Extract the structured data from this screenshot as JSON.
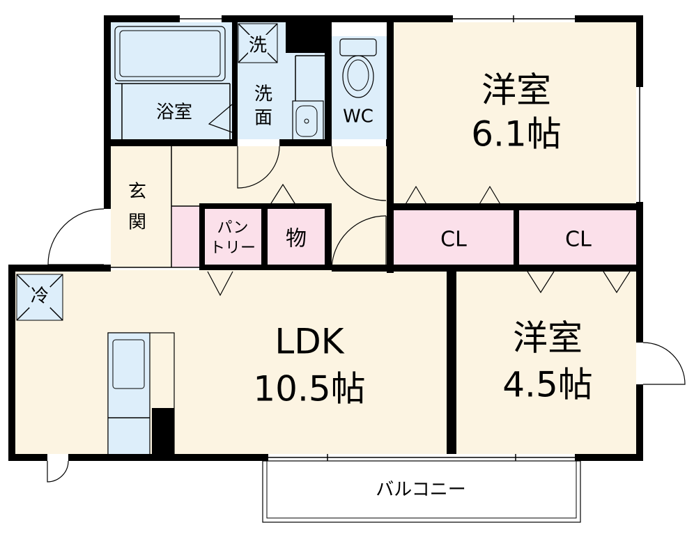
{
  "rooms": {
    "western_top": {
      "name": "洋室",
      "size": "6.1帖"
    },
    "western_bottom": {
      "name": "洋室",
      "size": "4.5帖"
    },
    "ldk": {
      "name": "LDK",
      "size": "10.5帖"
    },
    "bath": {
      "name": "浴室"
    },
    "washroom": {
      "name_line1": "洗",
      "name_line2": "面"
    },
    "wc": {
      "name": "WC"
    },
    "laundry": {
      "name": "洗"
    },
    "entrance": {
      "name_line1": "玄",
      "name_line2": "関"
    },
    "pantry": {
      "name_line1": "パン",
      "name_line2": "トリー"
    },
    "storage": {
      "name": "物"
    },
    "closet_left": {
      "name": "CL"
    },
    "closet_right": {
      "name": "CL"
    },
    "fridge": {
      "name": "冷"
    },
    "balcony": {
      "name": "バルコニー"
    }
  },
  "colors": {
    "room_fill": "#fcf4e2",
    "wet_fill": "#ddeefa",
    "closet_fill": "#fbe0ea",
    "wall": "#000000"
  }
}
